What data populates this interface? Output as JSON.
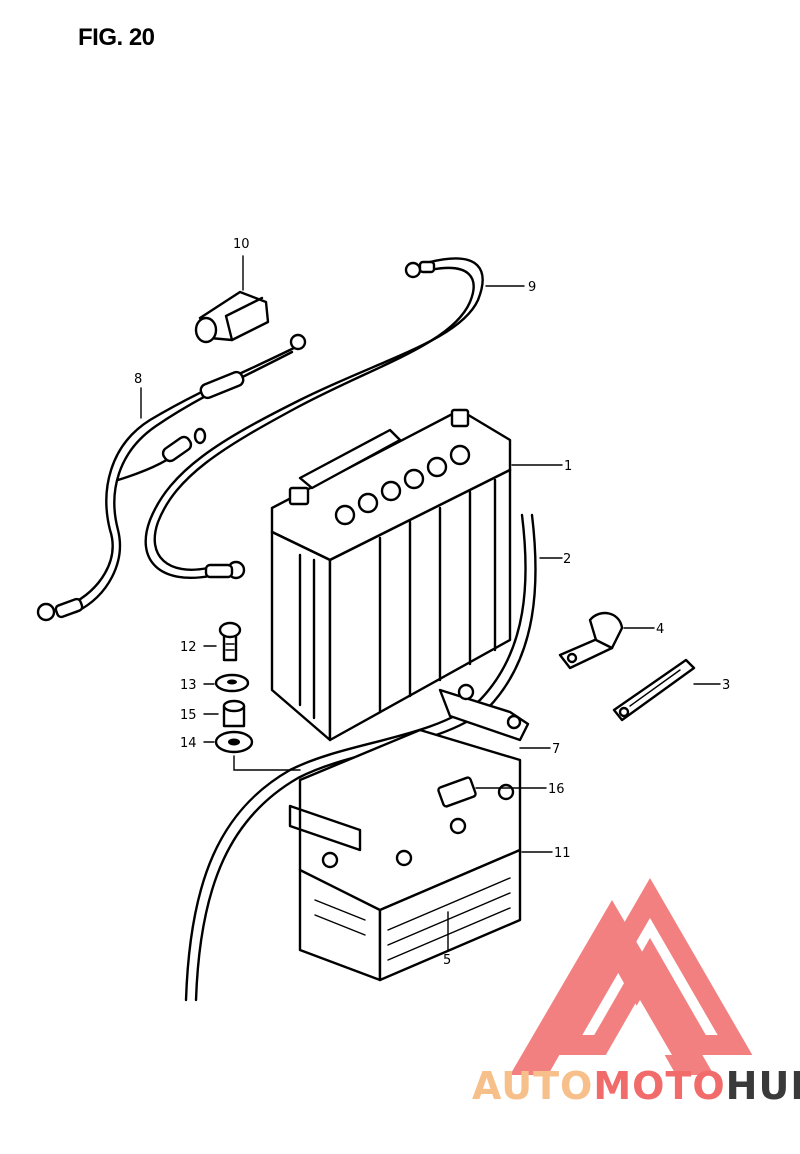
{
  "figure": {
    "title": "FIG. 20",
    "callouts": [
      {
        "id": "1",
        "label": "1"
      },
      {
        "id": "2",
        "label": "2"
      },
      {
        "id": "3",
        "label": "3"
      },
      {
        "id": "4",
        "label": "4"
      },
      {
        "id": "5",
        "label": "5"
      },
      {
        "id": "7",
        "label": "7"
      },
      {
        "id": "8",
        "label": "8"
      },
      {
        "id": "9",
        "label": "9"
      },
      {
        "id": "10",
        "label": "10"
      },
      {
        "id": "11",
        "label": "11"
      },
      {
        "id": "12",
        "label": "12"
      },
      {
        "id": "13",
        "label": "13"
      },
      {
        "id": "14",
        "label": "14"
      },
      {
        "id": "15",
        "label": "15"
      },
      {
        "id": "16",
        "label": "16"
      }
    ]
  },
  "watermark": {
    "part1": "AUTO",
    "part2": "MOTO",
    "part3": "HUB",
    "color_light": "#f7c08a",
    "color_red": "#f26b6b",
    "color_dark": "#3a3a3a"
  }
}
